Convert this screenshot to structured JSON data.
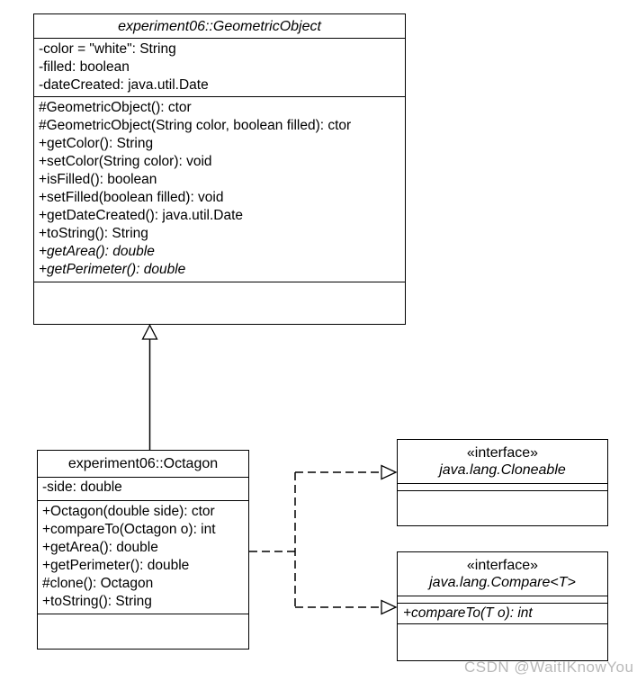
{
  "watermark": "CSDN @WaitIKnowYou",
  "colors": {
    "line": "#000000",
    "text": "#000000",
    "watermark": "#b9b9b9",
    "background": "#ffffff"
  },
  "classes": {
    "geometric_object": {
      "title": "experiment06::GeometricObject",
      "abstract": true,
      "attributes": [
        "-color = \"white\": String",
        "-filled: boolean",
        "-dateCreated: java.util.Date"
      ],
      "methods": [
        {
          "text": "#GeometricObject(): ctor",
          "italic": false
        },
        {
          "text": "#GeometricObject(String color, boolean filled): ctor",
          "italic": false
        },
        {
          "text": "+getColor(): String",
          "italic": false
        },
        {
          "text": "+setColor(String color): void",
          "italic": false
        },
        {
          "text": "+isFilled(): boolean",
          "italic": false
        },
        {
          "text": "+setFilled(boolean filled): void",
          "italic": false
        },
        {
          "text": "+getDateCreated(): java.util.Date",
          "italic": false
        },
        {
          "text": "+toString(): String",
          "italic": false
        },
        {
          "text": "+getArea(): double",
          "italic": true
        },
        {
          "text": "+getPerimeter(): double",
          "italic": true
        }
      ]
    },
    "octagon": {
      "title": "experiment06::Octagon",
      "abstract": false,
      "attributes": [
        "-side: double"
      ],
      "methods": [
        "+Octagon(double side): ctor",
        "+compareTo(Octagon o): int",
        "+getArea(): double",
        "+getPerimeter(): double",
        "#clone(): Octagon",
        "+toString(): String"
      ]
    },
    "cloneable": {
      "stereotype": "«interface»",
      "title": "java.lang.Cloneable"
    },
    "compare": {
      "stereotype": "«interface»",
      "title": "java.lang.Compare<T>",
      "methods": [
        "+compareTo(T o): int"
      ]
    }
  }
}
